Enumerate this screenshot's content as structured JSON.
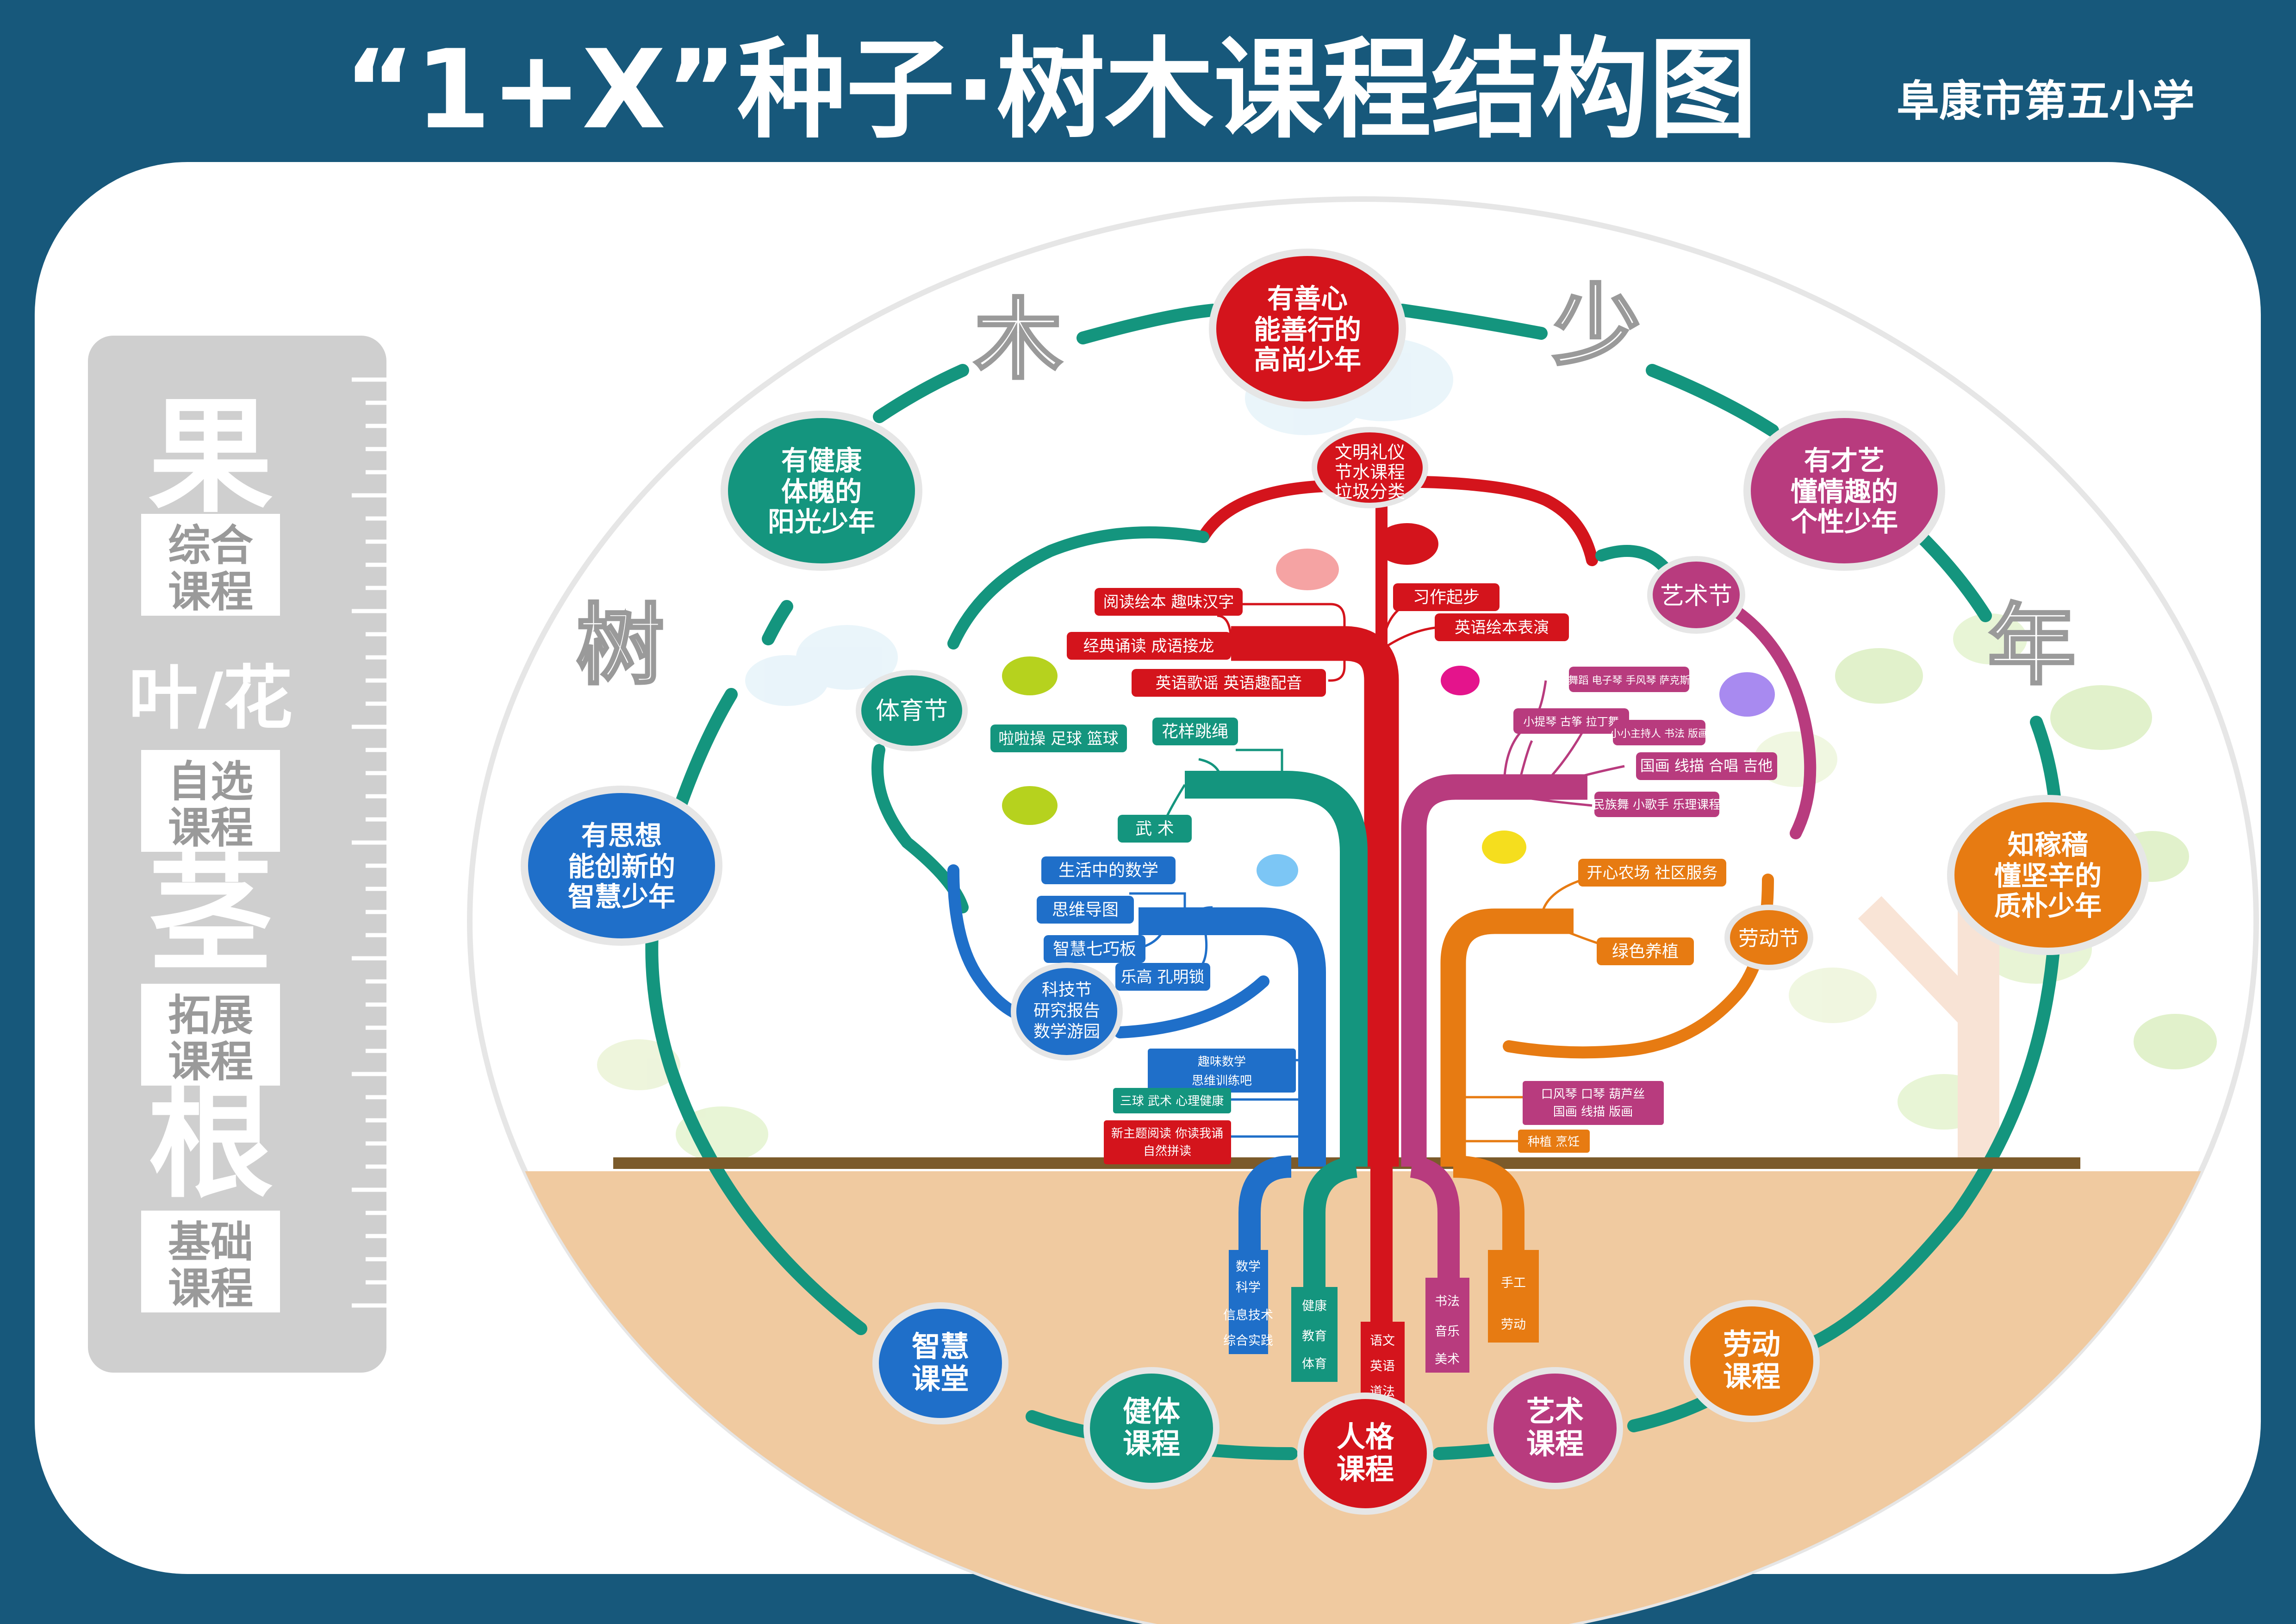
{
  "title": "“1+X”种子·树木课程结构图",
  "school": "阜康市第五小学",
  "ring_chars": [
    "木",
    "少",
    "树",
    "年"
  ],
  "ruler": {
    "levels": [
      {
        "big": "果",
        "small": [
          "综合",
          "课程"
        ]
      },
      {
        "big": "叶/花",
        "small": [
          "自选",
          "课程"
        ]
      },
      {
        "big": "茎",
        "small": [
          "拓展",
          "课程"
        ]
      },
      {
        "big": "根",
        "small": [
          "基础",
          "课程"
        ]
      }
    ]
  },
  "goals": {
    "top": [
      "有善心",
      "能善行的",
      "高尚少年"
    ],
    "left_up": [
      "有健康",
      "体魄的",
      "阳光少年"
    ],
    "right_up": [
      "有才艺",
      "懂情趣的",
      "个性少年"
    ],
    "left_mid": [
      "有思想",
      "能创新的",
      "智慧少年"
    ],
    "right_mid": [
      "知稼穑",
      "懂坚辛的",
      "质朴少年"
    ]
  },
  "festivals": {
    "crown": [
      "文明礼仪",
      "节水课程",
      "垃圾分类"
    ],
    "art": "艺术节",
    "sport": "体育节",
    "labor": "劳动节",
    "tech": [
      "科技节",
      "研究报告",
      "数学游园"
    ]
  },
  "branch_labels": {
    "red": [
      "习作起步",
      "英语绘本表演",
      "阅读绘本 趣味汉字",
      "经典诵读 成语接龙",
      "英语歌谣 英语趣配音"
    ],
    "magenta": [
      "舞蹈 电子琴 手风琴 萨克斯",
      "小提琴 古筝 拉丁舞",
      "小小主持人 书法 版画",
      "国画 线描 合唱 吉他",
      "民族舞 小歌手 乐理课程"
    ],
    "teal": [
      "花样跳绳",
      "啦啦操 足球 篮球",
      "武 术"
    ],
    "blue": [
      "生活中的数学",
      "思维导图",
      "智慧七巧板",
      "乐高 孔明锁"
    ],
    "orange": [
      "开心农场 社区服务",
      "绿色养植"
    ]
  },
  "trunk_labels": {
    "left": [
      [
        "趣味数学",
        "思维训练吧"
      ],
      [
        "三球 武术 心理健康"
      ],
      [
        "新主题阅读 你读我诵",
        "自然拼读"
      ]
    ],
    "right": [
      [
        "口风琴 口琴 葫芦丝",
        "国画 线描 版画"
      ],
      [
        "种植 烹饪"
      ]
    ]
  },
  "roots": {
    "blue": [
      "数学",
      "科学",
      "信息技术",
      "综合实践"
    ],
    "teal": [
      "健康",
      "教育",
      "体育"
    ],
    "red": [
      "语文",
      "英语",
      "道法"
    ],
    "magenta": [
      "书法",
      "音乐",
      "美术"
    ],
    "orange": [
      "手工",
      "劳动"
    ]
  },
  "courses": [
    {
      "lines": [
        "智慧",
        "课堂"
      ],
      "color": "#1f6fc9"
    },
    {
      "lines": [
        "健体",
        "课程"
      ],
      "color": "#14957e"
    },
    {
      "lines": [
        "人格",
        "课程"
      ],
      "color": "#d4141c"
    },
    {
      "lines": [
        "艺术",
        "课程"
      ],
      "color": "#b83b7e"
    },
    {
      "lines": [
        "劳动",
        "课程"
      ],
      "color": "#e77b12"
    }
  ],
  "colors": {
    "frame": "#17587b",
    "ring": "#14957e",
    "red": "#d4141c",
    "blue": "#1f6fc9",
    "teal": "#14957e",
    "magenta": "#b83b7e",
    "orange": "#e77b12",
    "soil": "#f0caa0",
    "ground": "#7b5a2a"
  }
}
